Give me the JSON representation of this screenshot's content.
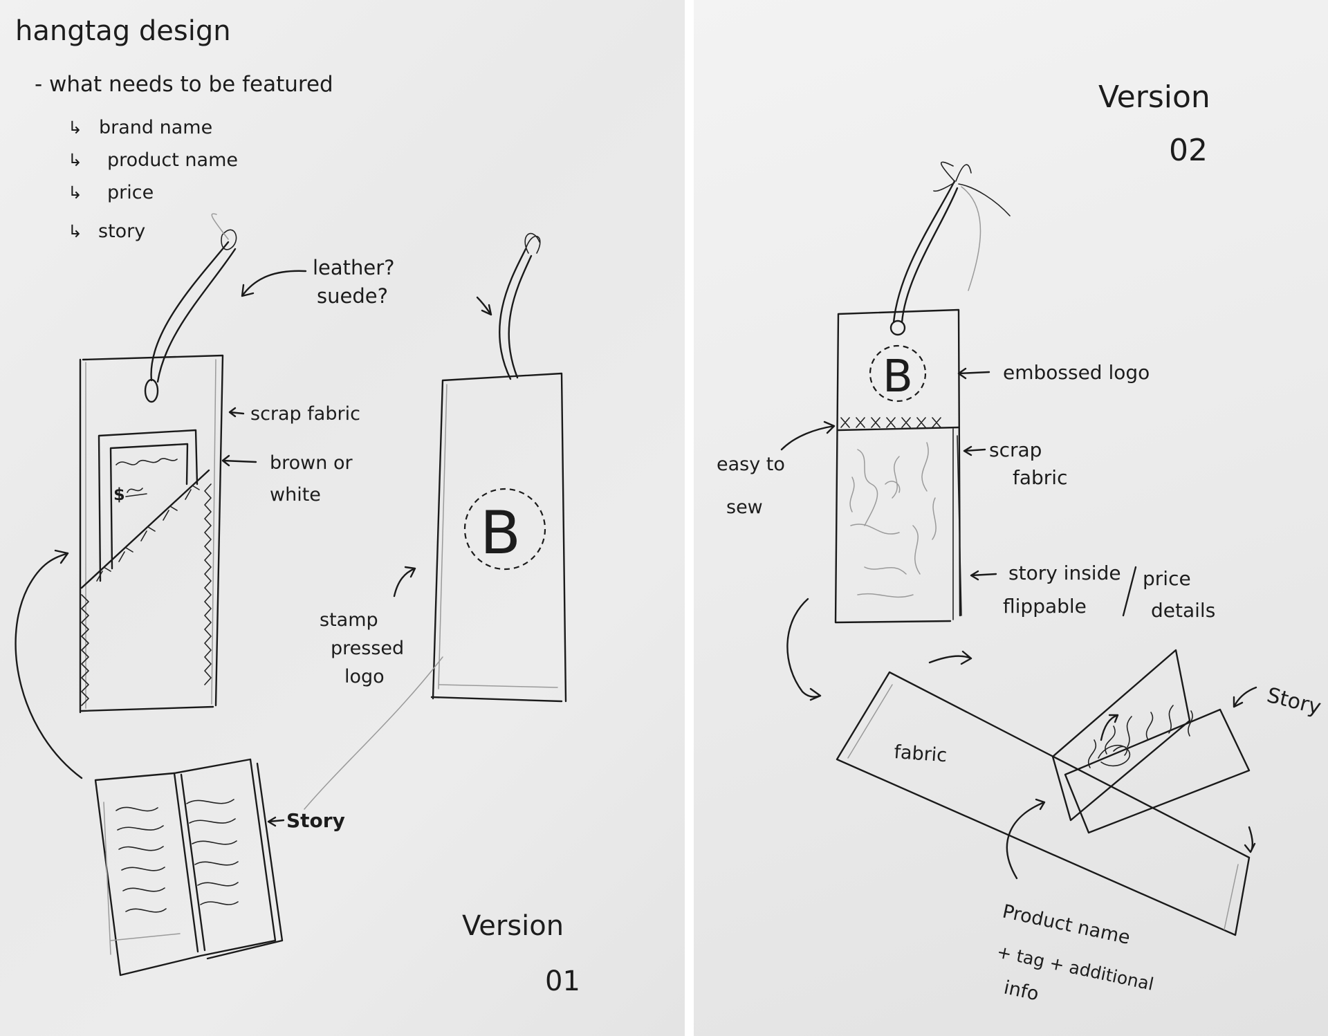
{
  "left_sheet": {
    "title": "hangtag design",
    "subtitle": "- what needs to be featured",
    "list_items": [
      "brand name",
      "product name",
      "price",
      "story"
    ],
    "tag_a": {
      "material_note_line1": "leather?",
      "material_note_line2": "suede?",
      "label_scrap_fabric": "scrap fabric",
      "label_color_line1": "brown or",
      "label_color_line2": "white",
      "inner_price_mark": "$"
    },
    "tag_b": {
      "logo_letter": "B",
      "label_line1": "stamp",
      "label_line2": "pressed",
      "label_line3": "logo"
    },
    "booklet_label": "Story",
    "version_label": "Version",
    "version_number": "01"
  },
  "right_sheet": {
    "version_label": "Version",
    "version_number": "02",
    "tag": {
      "logo_letter": "B",
      "label_embossed": "embossed logo",
      "label_scrap_line1": "scrap",
      "label_scrap_line2": "fabric",
      "label_sew_line1": "easy to",
      "label_sew_line2": "sew",
      "label_story_line1": "story inside",
      "label_story_line2": "flippable",
      "label_price_line1": "price",
      "label_price_line2": "details"
    },
    "exploded": {
      "fabric_label": "fabric",
      "story_label": "Story",
      "bottom_line1": "Product name",
      "bottom_line2": "+ tag + additional",
      "bottom_line3": "info"
    }
  }
}
